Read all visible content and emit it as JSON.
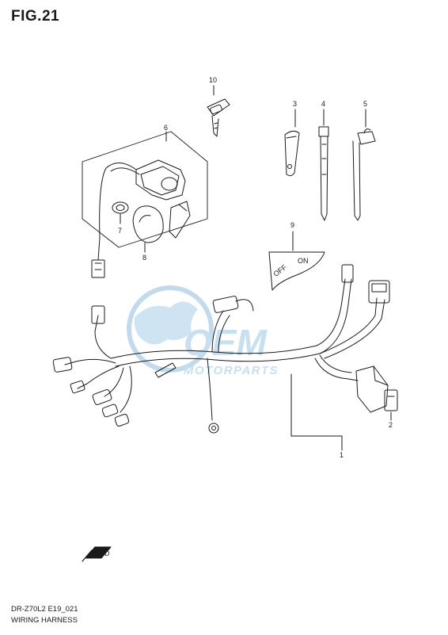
{
  "figure": {
    "title": "FIG.21",
    "model_code": "DR-Z70L2 E19_021",
    "section_name": "WIRING HARNESS"
  },
  "callouts": [
    {
      "id": "callout-1",
      "label": "1"
    },
    {
      "id": "callout-2",
      "label": "2"
    },
    {
      "id": "callout-3",
      "label": "3"
    },
    {
      "id": "callout-4",
      "label": "4"
    },
    {
      "id": "callout-5",
      "label": "5"
    },
    {
      "id": "callout-6",
      "label": "6"
    },
    {
      "id": "callout-7",
      "label": "7"
    },
    {
      "id": "callout-8",
      "label": "8"
    },
    {
      "id": "callout-9",
      "label": "9"
    },
    {
      "id": "callout-10",
      "label": "10"
    }
  ],
  "switch_plate": {
    "off_label": "OFF",
    "on_label": "ON"
  },
  "direction_badge": {
    "label": "FWD"
  },
  "watermark": {
    "brand": "OEM",
    "sub": "MOTORPARTS",
    "color": "#8fbfe0"
  },
  "line_color": "#1a1a1a"
}
